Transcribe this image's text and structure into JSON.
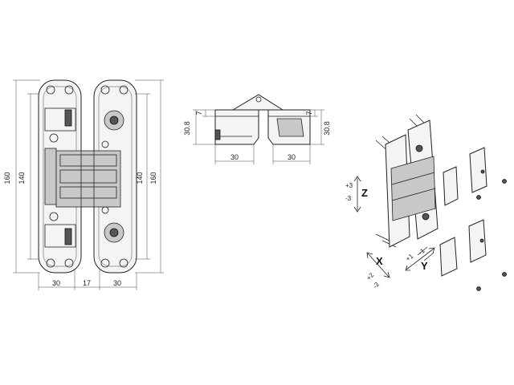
{
  "front_view": {
    "height_outer": "160",
    "height_inner": "140",
    "height_inner_right": "140",
    "height_outer_right": "160",
    "width_left": "30",
    "width_gap": "17",
    "width_right": "30"
  },
  "top_view": {
    "depth_left": "30.8",
    "offset_left": "7",
    "width_left": "30",
    "depth_right": "30.8",
    "offset_right": "7",
    "width_right": "30"
  },
  "iso_view": {
    "axis_z": "Z",
    "z_plus": "+3",
    "z_minus": "-3",
    "axis_x": "X",
    "x_plus": "+2",
    "x_minus": "-2",
    "axis_y": "Y",
    "y_plus": "+1",
    "y_minus": "-1"
  }
}
